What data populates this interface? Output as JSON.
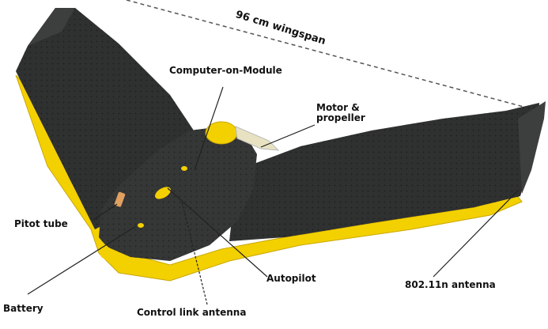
{
  "labels": {
    "wingspan": "96 cm wingspan",
    "computer_on_module": "Computer-on-Module",
    "motor_line1": "Motor &",
    "motor_line2": "propeller",
    "pitot_tube": "Pitot tube",
    "autopilot": "Autopilot",
    "antenna_80211n": "802.11n antenna",
    "battery": "Battery",
    "control_link_antenna": "Control link antenna"
  },
  "colors": {
    "wing_dark": "#2f3030",
    "wing_light": "#3d3e3e",
    "accent_yellow": "#f3d000",
    "accent_yellow_dark": "#c9a800",
    "leader_line": "#222222",
    "dashed_line": "#555555"
  }
}
